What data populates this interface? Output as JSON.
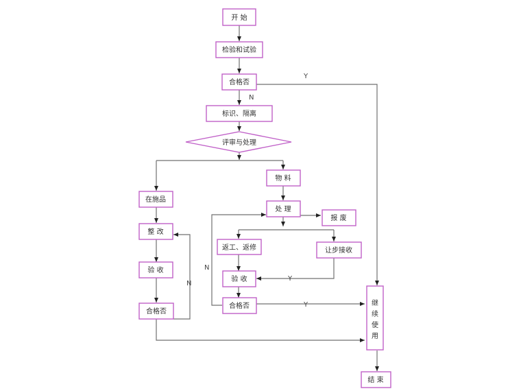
{
  "diagram": {
    "type": "flowchart",
    "colors": {
      "node_border": "#c060c8",
      "edge": "#707070",
      "text": "#333333",
      "background": "#ffffff"
    },
    "nodes": {
      "start": {
        "label": "开 始",
        "shape": "rect"
      },
      "inspect_test": {
        "label": "检验和试验",
        "shape": "rect"
      },
      "qualified1": {
        "label": "合格否",
        "shape": "rect"
      },
      "mark_isolate": {
        "label": "标识、隔离",
        "shape": "rect"
      },
      "review": {
        "label": "评审与处理",
        "shape": "diamond"
      },
      "material": {
        "label": "物 料",
        "shape": "rect"
      },
      "wip": {
        "label": "在施品",
        "shape": "rect"
      },
      "rectify": {
        "label": "整 改",
        "shape": "rect"
      },
      "accept_left": {
        "label": "验   收",
        "shape": "rect"
      },
      "qualified_left": {
        "label": "合格否",
        "shape": "rect"
      },
      "process": {
        "label": "处 理",
        "shape": "rect"
      },
      "scrap": {
        "label": "报 废",
        "shape": "rect"
      },
      "rework": {
        "label": "返工、返修",
        "shape": "rect"
      },
      "concession": {
        "label": "让步接收",
        "shape": "rect"
      },
      "accept_mid": {
        "label": "验 收",
        "shape": "rect"
      },
      "qualified_mid": {
        "label": "合格否",
        "shape": "rect"
      },
      "continue_use": {
        "label": "继续使用",
        "label_chars": [
          "继",
          "续",
          "使",
          "用"
        ],
        "shape": "rect-vertical"
      },
      "end": {
        "label": "结 束",
        "shape": "rect"
      }
    },
    "edge_labels": {
      "q1_yes": "Y",
      "q1_no": "N",
      "left_no": "N",
      "mid_no": "N",
      "concession_yes": "Y",
      "mid_yes": "Y"
    },
    "edges": [
      {
        "from": "start",
        "to": "inspect_test"
      },
      {
        "from": "inspect_test",
        "to": "qualified1"
      },
      {
        "from": "qualified1",
        "to": "continue_use",
        "label": "Y"
      },
      {
        "from": "qualified1",
        "to": "mark_isolate",
        "label": "N"
      },
      {
        "from": "mark_isolate",
        "to": "review"
      },
      {
        "from": "review",
        "to": "wip"
      },
      {
        "from": "review",
        "to": "material"
      },
      {
        "from": "wip",
        "to": "rectify"
      },
      {
        "from": "rectify",
        "to": "accept_left"
      },
      {
        "from": "accept_left",
        "to": "qualified_left"
      },
      {
        "from": "qualified_left",
        "to": "rectify",
        "label": "N"
      },
      {
        "from": "qualified_left",
        "to": "continue_use"
      },
      {
        "from": "material",
        "to": "process"
      },
      {
        "from": "process",
        "to": "scrap"
      },
      {
        "from": "process",
        "to": "rework"
      },
      {
        "from": "process",
        "to": "concession"
      },
      {
        "from": "rework",
        "to": "accept_mid"
      },
      {
        "from": "concession",
        "to": "accept_mid",
        "label": "Y"
      },
      {
        "from": "accept_mid",
        "to": "qualified_mid"
      },
      {
        "from": "qualified_mid",
        "to": "process",
        "label": "N"
      },
      {
        "from": "qualified_mid",
        "to": "continue_use",
        "label": "Y"
      },
      {
        "from": "continue_use",
        "to": "end"
      }
    ]
  }
}
